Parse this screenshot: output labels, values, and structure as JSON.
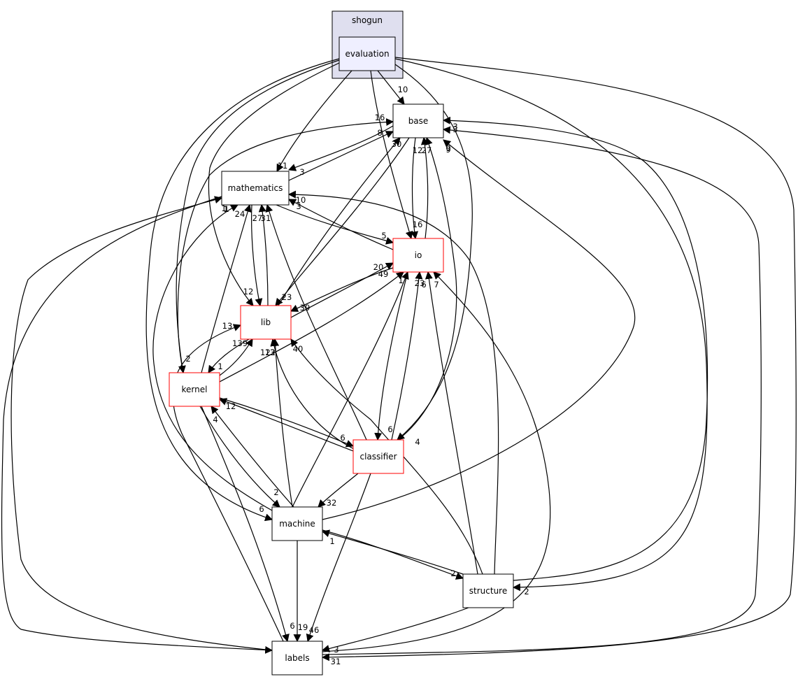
{
  "colors": {
    "edge": "#000000",
    "node_border": "#000000",
    "node_border_external": "#ff0000",
    "node_fill": "#ffffff",
    "cluster_fill": "#dfdfef",
    "focus_fill": "#efefff"
  },
  "cluster": {
    "label": "shogun"
  },
  "nodes": {
    "evaluation": {
      "label": "evaluation"
    },
    "base": {
      "label": "base"
    },
    "mathematics": {
      "label": "mathematics"
    },
    "io": {
      "label": "io"
    },
    "lib": {
      "label": "lib"
    },
    "kernel": {
      "label": "kernel"
    },
    "classifier": {
      "label": "classifier"
    },
    "machine": {
      "label": "machine"
    },
    "structure": {
      "label": "structure"
    },
    "labels": {
      "label": "labels"
    }
  },
  "edges": [
    {
      "from": "evaluation",
      "to": "base",
      "label": "10"
    },
    {
      "from": "evaluation",
      "to": "mathematics",
      "label": "11"
    },
    {
      "from": "evaluation",
      "to": "io",
      "label": "16"
    },
    {
      "from": "evaluation",
      "to": "lib",
      "label": "12"
    },
    {
      "from": "evaluation",
      "to": "kernel",
      "label": "2"
    },
    {
      "from": "evaluation",
      "to": "classifier",
      "label": "4"
    },
    {
      "from": "evaluation",
      "to": "machine",
      "label": "6"
    },
    {
      "from": "evaluation",
      "to": "structure",
      "label": "2"
    },
    {
      "from": "evaluation",
      "to": "labels",
      "label": "31"
    },
    {
      "from": "mathematics",
      "to": "base",
      "label": "8"
    },
    {
      "from": "mathematics",
      "to": "io",
      "label": "5"
    },
    {
      "from": "mathematics",
      "to": "lib",
      "label": "27"
    },
    {
      "from": "base",
      "to": "mathematics",
      "label": "3"
    },
    {
      "from": "base",
      "to": "io",
      "label": "12"
    },
    {
      "from": "base",
      "to": "lib",
      "label": "23"
    },
    {
      "from": "io",
      "to": "base",
      "label": "27"
    },
    {
      "from": "io",
      "to": "mathematics",
      "label": "10"
    },
    {
      "from": "io",
      "to": "lib",
      "label": "39"
    },
    {
      "from": "lib",
      "to": "base",
      "label": "30"
    },
    {
      "from": "lib",
      "to": "mathematics",
      "label": "31"
    },
    {
      "from": "lib",
      "to": "io",
      "label": "20"
    },
    {
      "from": "lib",
      "to": "kernel",
      "label": "1"
    },
    {
      "from": "kernel",
      "to": "base",
      "label": "16"
    },
    {
      "from": "kernel",
      "to": "mathematics",
      "label": "24"
    },
    {
      "from": "kernel",
      "to": "io",
      "label": "49"
    },
    {
      "from": "kernel",
      "to": "lib",
      "label": "139"
    },
    {
      "from": "kernel",
      "to": "classifier",
      "label": "6"
    },
    {
      "from": "kernel",
      "to": "machine",
      "label": "2"
    },
    {
      "from": "kernel",
      "to": "labels",
      "label": "6"
    },
    {
      "from": "classifier",
      "to": "base",
      "label": "9"
    },
    {
      "from": "classifier",
      "to": "mathematics",
      "label": "3"
    },
    {
      "from": "classifier",
      "to": "io",
      "label": "6"
    },
    {
      "from": "classifier",
      "to": "lib",
      "label": "122"
    },
    {
      "from": "classifier",
      "to": "kernel",
      "label": "12"
    },
    {
      "from": "classifier",
      "to": "machine",
      "label": "32"
    },
    {
      "from": "classifier",
      "to": "labels",
      "label": "46"
    },
    {
      "from": "io",
      "to": "classifier",
      "label": "6"
    },
    {
      "from": "machine",
      "to": "base",
      "label": "9"
    },
    {
      "from": "machine",
      "to": "mathematics",
      "label": "1"
    },
    {
      "from": "machine",
      "to": "io",
      "label": "1"
    },
    {
      "from": "machine",
      "to": "lib",
      "label": "13"
    },
    {
      "from": "machine",
      "to": "kernel",
      "label": "4"
    },
    {
      "from": "machine",
      "to": "structure",
      "label": "2"
    },
    {
      "from": "machine",
      "to": "labels",
      "label": "19"
    },
    {
      "from": "structure",
      "to": "base",
      "label": "3"
    },
    {
      "from": "structure",
      "to": "mathematics",
      "label": "1"
    },
    {
      "from": "structure",
      "to": "io",
      "label": "7"
    },
    {
      "from": "structure",
      "to": "lib",
      "label": "40"
    },
    {
      "from": "structure",
      "to": "machine",
      "label": "1"
    },
    {
      "from": "structure",
      "to": "labels",
      "label": "3"
    },
    {
      "from": "labels",
      "to": "base",
      "label": "3"
    },
    {
      "from": "labels",
      "to": "mathematics",
      "label": "1"
    },
    {
      "from": "labels",
      "to": "io",
      "label": "23"
    },
    {
      "from": "labels",
      "to": "lib",
      "label": "13"
    }
  ]
}
